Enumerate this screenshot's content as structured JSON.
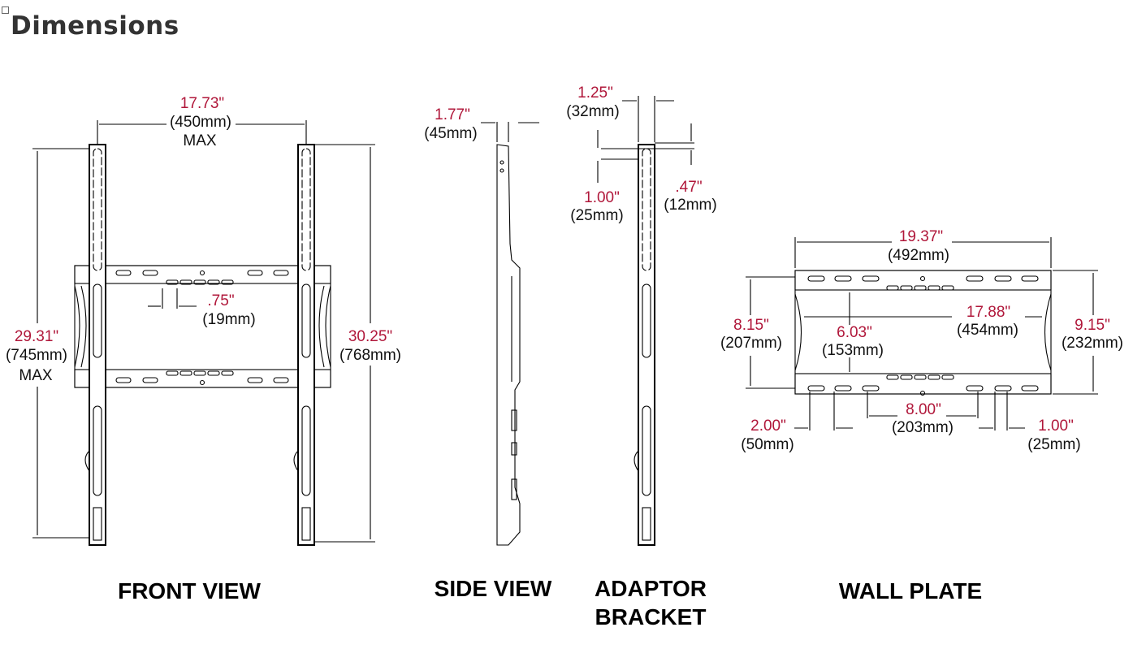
{
  "title": "Dimensions",
  "views": {
    "front": "FRONT VIEW",
    "side": "SIDE VIEW",
    "adaptor_1": "ADAPTOR",
    "adaptor_2": "BRACKET",
    "wall": "WALL PLATE"
  },
  "dims": {
    "front_width_in": "17.73\"",
    "front_width_mm": "(450mm)",
    "front_width_max": "MAX",
    "front_height_in": "29.31\"",
    "front_height_mm": "(745mm)",
    "front_height_max": "MAX",
    "front_total_in": "30.25\"",
    "front_total_mm": "(768mm)",
    "front_gap_in": ".75\"",
    "front_gap_mm": "(19mm)",
    "side_in": "1.77\"",
    "side_mm": "(45mm)",
    "adapt_w_in": "1.25\"",
    "adapt_w_mm": "(32mm)",
    "adapt_off_in": "1.00\"",
    "adapt_off_mm": "(25mm)",
    "adapt_small_in": ".47\"",
    "adapt_small_mm": "(12mm)",
    "wall_w_in": "19.37\"",
    "wall_w_mm": "(492mm)",
    "wall_inner_in": "17.88\"",
    "wall_inner_mm": "(454mm)",
    "wall_h_in": "8.15\"",
    "wall_h_mm": "(207mm)",
    "wall_mid_in": "6.03\"",
    "wall_mid_mm": "(153mm)",
    "wall_total_in": "9.15\"",
    "wall_total_mm": "(232mm)",
    "wall_hole_in": "8.00\"",
    "wall_hole_mm": "(203mm)",
    "wall_edge_in": "2.00\"",
    "wall_edge_mm": "(50mm)",
    "wall_slot_in": "1.00\"",
    "wall_slot_mm": "(25mm)"
  }
}
